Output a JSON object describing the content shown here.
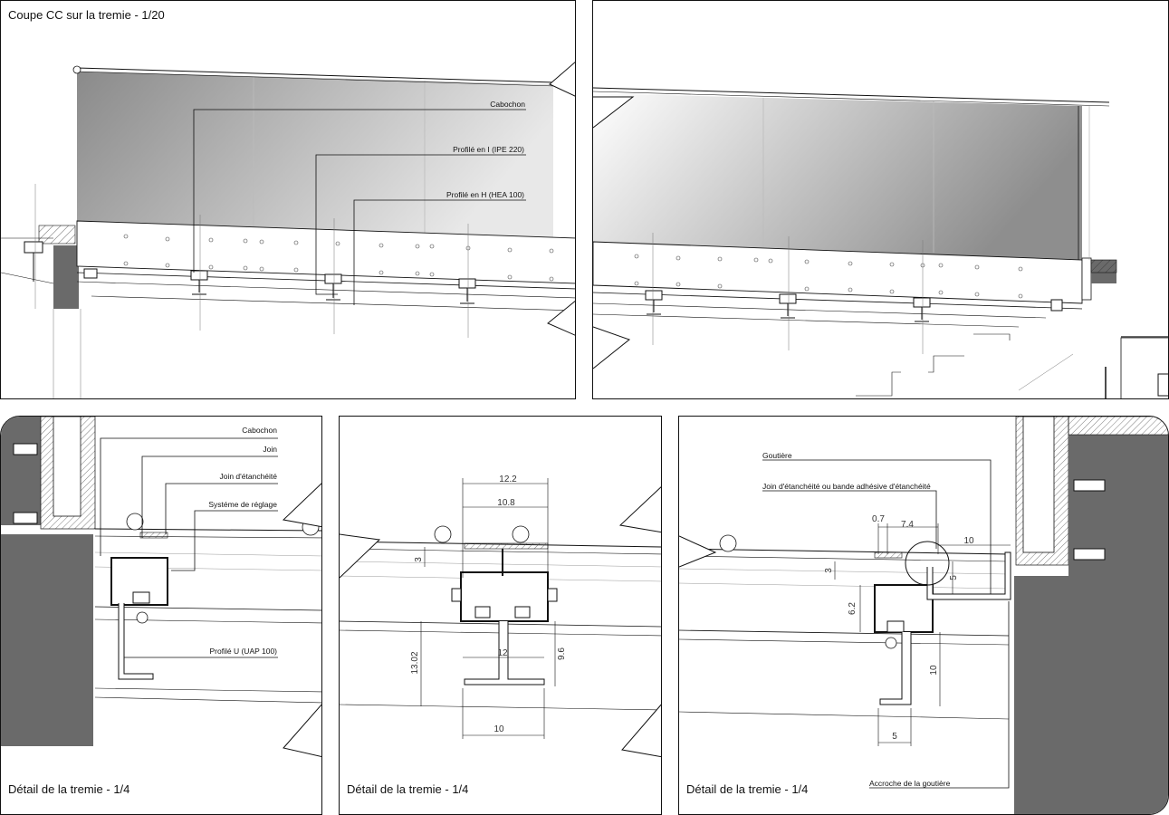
{
  "top": {
    "title": "Coupe CC sur la tremie - 1/20",
    "labels": {
      "cabochon": "Cabochon",
      "profile_i": "Profilé en I (IPE 220)",
      "profile_h": "Profilé en H (HEA 100)"
    }
  },
  "detail1": {
    "title": "Détail de la tremie - 1/4",
    "labels": {
      "cabochon": "Cabochon",
      "join": "Join",
      "join_etancheite": "Join d'étanchéité",
      "systeme_reglage": "Systéme de réglage",
      "profile_u": "Profilé U (UAP 100)"
    }
  },
  "detail2": {
    "title": "Détail de la tremie - 1/4",
    "dims": {
      "d1": "12.2",
      "d2": "10.8",
      "d3": "3",
      "d4": "13.02",
      "d5": "12",
      "d6": "9.6",
      "d7": "10"
    }
  },
  "detail3": {
    "title": "Détail de la tremie - 1/4",
    "labels": {
      "goutiere": "Goutière",
      "join_bande": "Join d'étanchéité ou bande adhésive d'étanchéité",
      "accroche": "Accroche de la goutière"
    },
    "dims": {
      "d1": "0.7",
      "d2": "7.4",
      "d3": "10",
      "d4": "3",
      "d5": "5",
      "d6": "6.2",
      "d7": "10",
      "d8": "5"
    }
  },
  "colors": {
    "wall": "#6a6a6a",
    "glass_dark": "#8c8c8c",
    "glass_light": "#e6e6e6",
    "line": "#111111"
  }
}
